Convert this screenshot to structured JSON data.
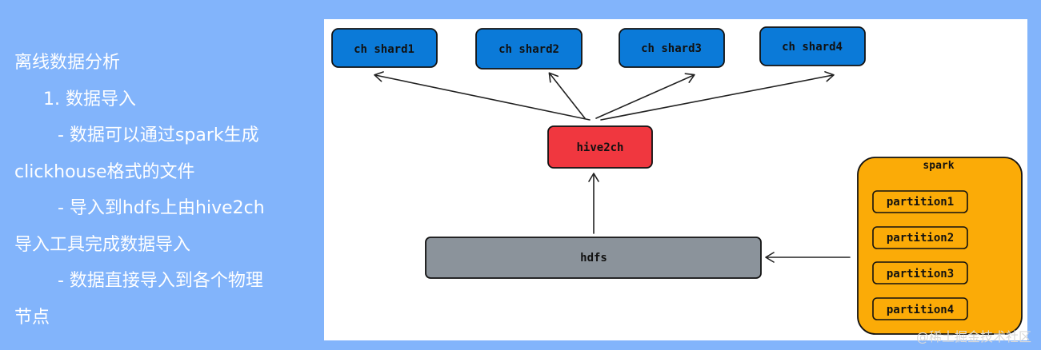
{
  "notes": {
    "title": "离线数据分析",
    "item1": "1. 数据导入",
    "bullet1a": "- 数据可以通过spark生成",
    "bullet1b": "clickhouse格式的文件",
    "bullet2a": "- 导入到hdfs上由hive2ch",
    "bullet2b": "导入工具完成数据导入",
    "bullet3a": "- 数据直接导入到各个物理",
    "bullet3b": "节点"
  },
  "diagram": {
    "shards": [
      "ch shard1",
      "ch shard2",
      "ch shard3",
      "ch shard4"
    ],
    "hive": "hive2ch",
    "hdfs": "hdfs",
    "spark": {
      "label": "spark",
      "partitions": [
        "partition1",
        "partition2",
        "partition3",
        "partition4"
      ]
    }
  },
  "colors": {
    "background": "#82b4fb",
    "shard": "#0b7ad8",
    "hive": "#f0373f",
    "hdfs": "#8b939b",
    "spark": "#fbab07"
  },
  "watermark": "@稀土掘金技术社区"
}
